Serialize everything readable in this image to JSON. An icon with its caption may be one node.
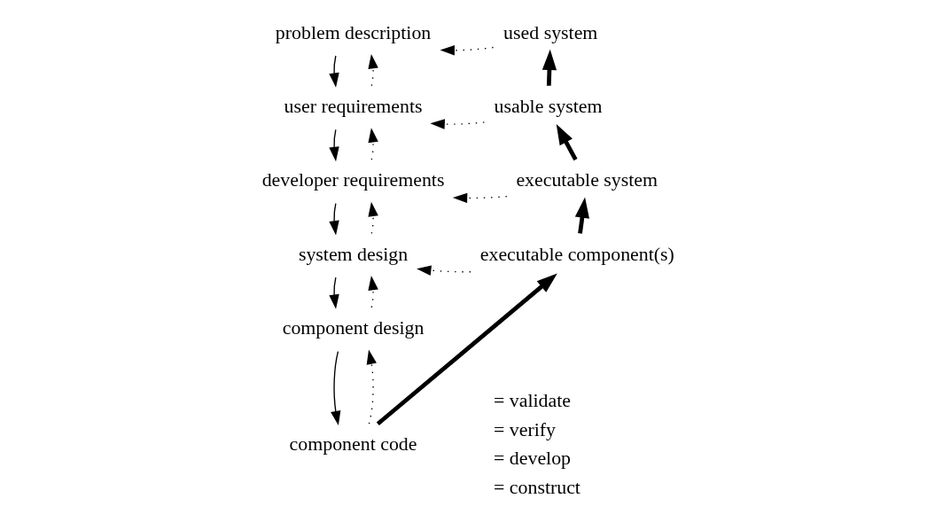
{
  "diagram": {
    "nodes": [
      {
        "text": [
          "problem description"
        ]
      },
      {
        "text": [
          "user requirements"
        ]
      },
      {
        "text": [
          "developer requirements"
        ]
      },
      {
        "text": [
          "system design"
        ]
      },
      {
        "text": [
          "component design"
        ]
      },
      {
        "text": [
          "component code"
        ]
      },
      {
        "text": [
          "executable component(s)"
        ]
      },
      {
        "text": [
          "executable system"
        ]
      },
      {
        "text": [
          "usable system"
        ]
      },
      {
        "text": [
          "used system"
        ]
      }
    ],
    "edges": [
      {
        "from": 0,
        "to": 1,
        "arrow": "to"
      },
      {
        "from": 1,
        "to": 2,
        "arrow": "to"
      },
      {
        "from": 2,
        "to": 3,
        "arrow": "to"
      },
      {
        "from": 3,
        "to": 4,
        "arrow": "to"
      },
      {
        "from": 4,
        "to": 5,
        "arrow": "to"
      },
      {
        "from": 1,
        "to": 0,
        "arrow": "to",
        "style": "dashed"
      },
      {
        "from": 2,
        "to": 1,
        "arrow": "to",
        "style": "dashed"
      },
      {
        "from": 3,
        "to": 2,
        "arrow": "to",
        "style": "dashed"
      },
      {
        "from": 4,
        "to": 3,
        "arrow": "to",
        "style": "dashed"
      },
      {
        "from": 5,
        "to": 4,
        "arrow": "to",
        "style": "dashed"
      },
      {
        "from": 5,
        "to": 6,
        "arrow": "to",
        "style": "thick"
      },
      {
        "from": 6,
        "to": 7,
        "arrow": "to",
        "style": "thick"
      },
      {
        "from": 7,
        "to": 8,
        "arrow": "to",
        "style": "thick"
      },
      {
        "from": 8,
        "to": 9,
        "arrow": "to",
        "style": "thick"
      },
      {
        "from": 9,
        "to": 0,
        "arrow": "to",
        "style": "dashed"
      },
      {
        "from": 8,
        "to": 1,
        "arrow": "to",
        "style": "dashed"
      },
      {
        "from": 7,
        "to": 2,
        "arrow": "to",
        "style": "dashed"
      },
      {
        "from": 6,
        "to": 3,
        "arrow": "to",
        "style": "dashed"
      }
    ],
    "legend": [
      {
        "text": "= validate"
      },
      {
        "text": "= verify"
      },
      {
        "text": "= develop"
      },
      {
        "text": "= construct"
      }
    ]
  }
}
